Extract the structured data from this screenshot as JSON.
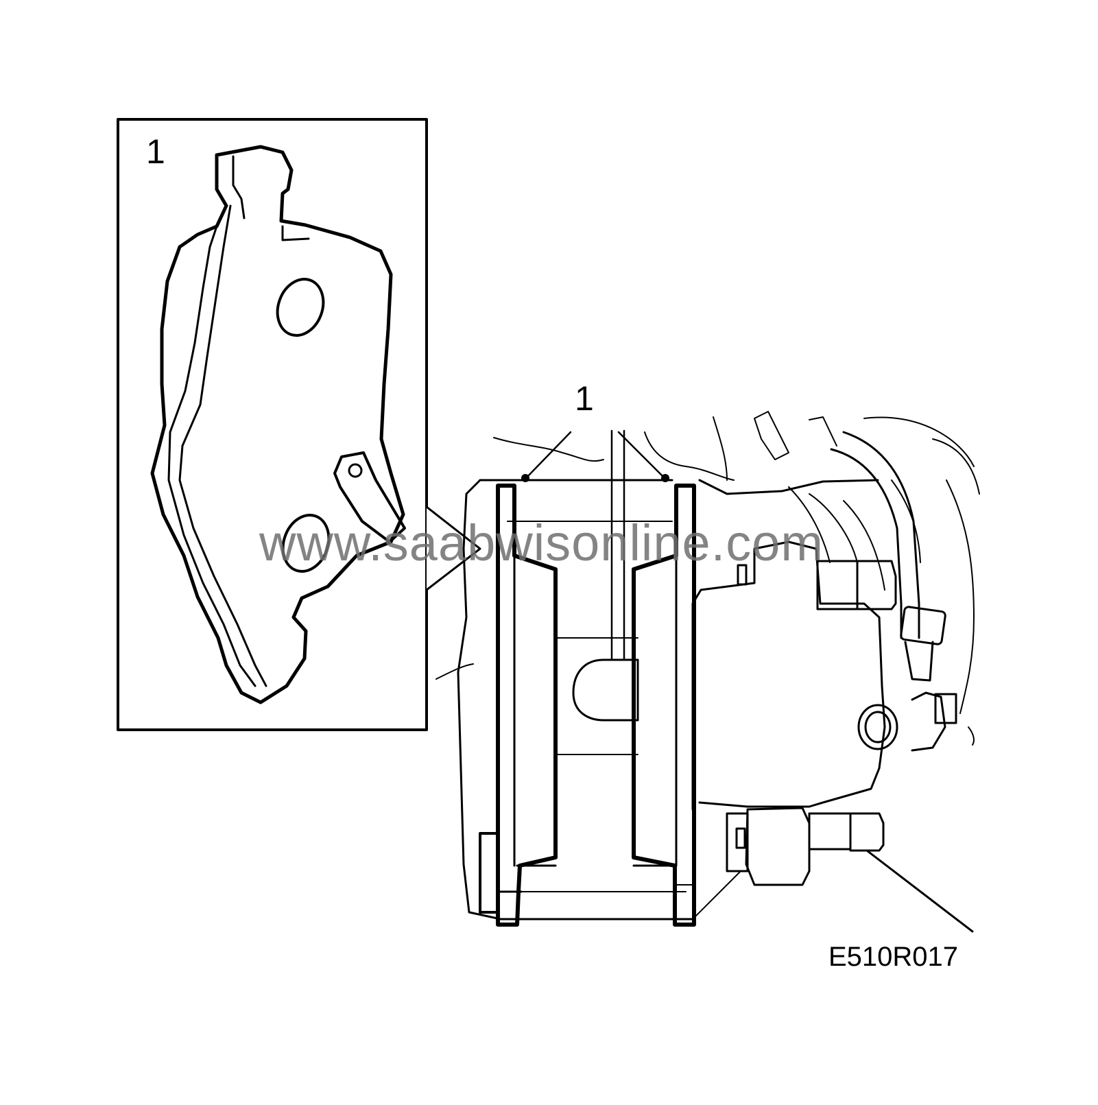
{
  "diagram": {
    "callout_number_inset": "1",
    "callout_number_assembly": "1",
    "figure_code": "E510R017",
    "watermark": "www.saabwisonline.com",
    "colors": {
      "line": "#000000",
      "background": "#ffffff",
      "watermark": "#6f6f6f"
    }
  }
}
